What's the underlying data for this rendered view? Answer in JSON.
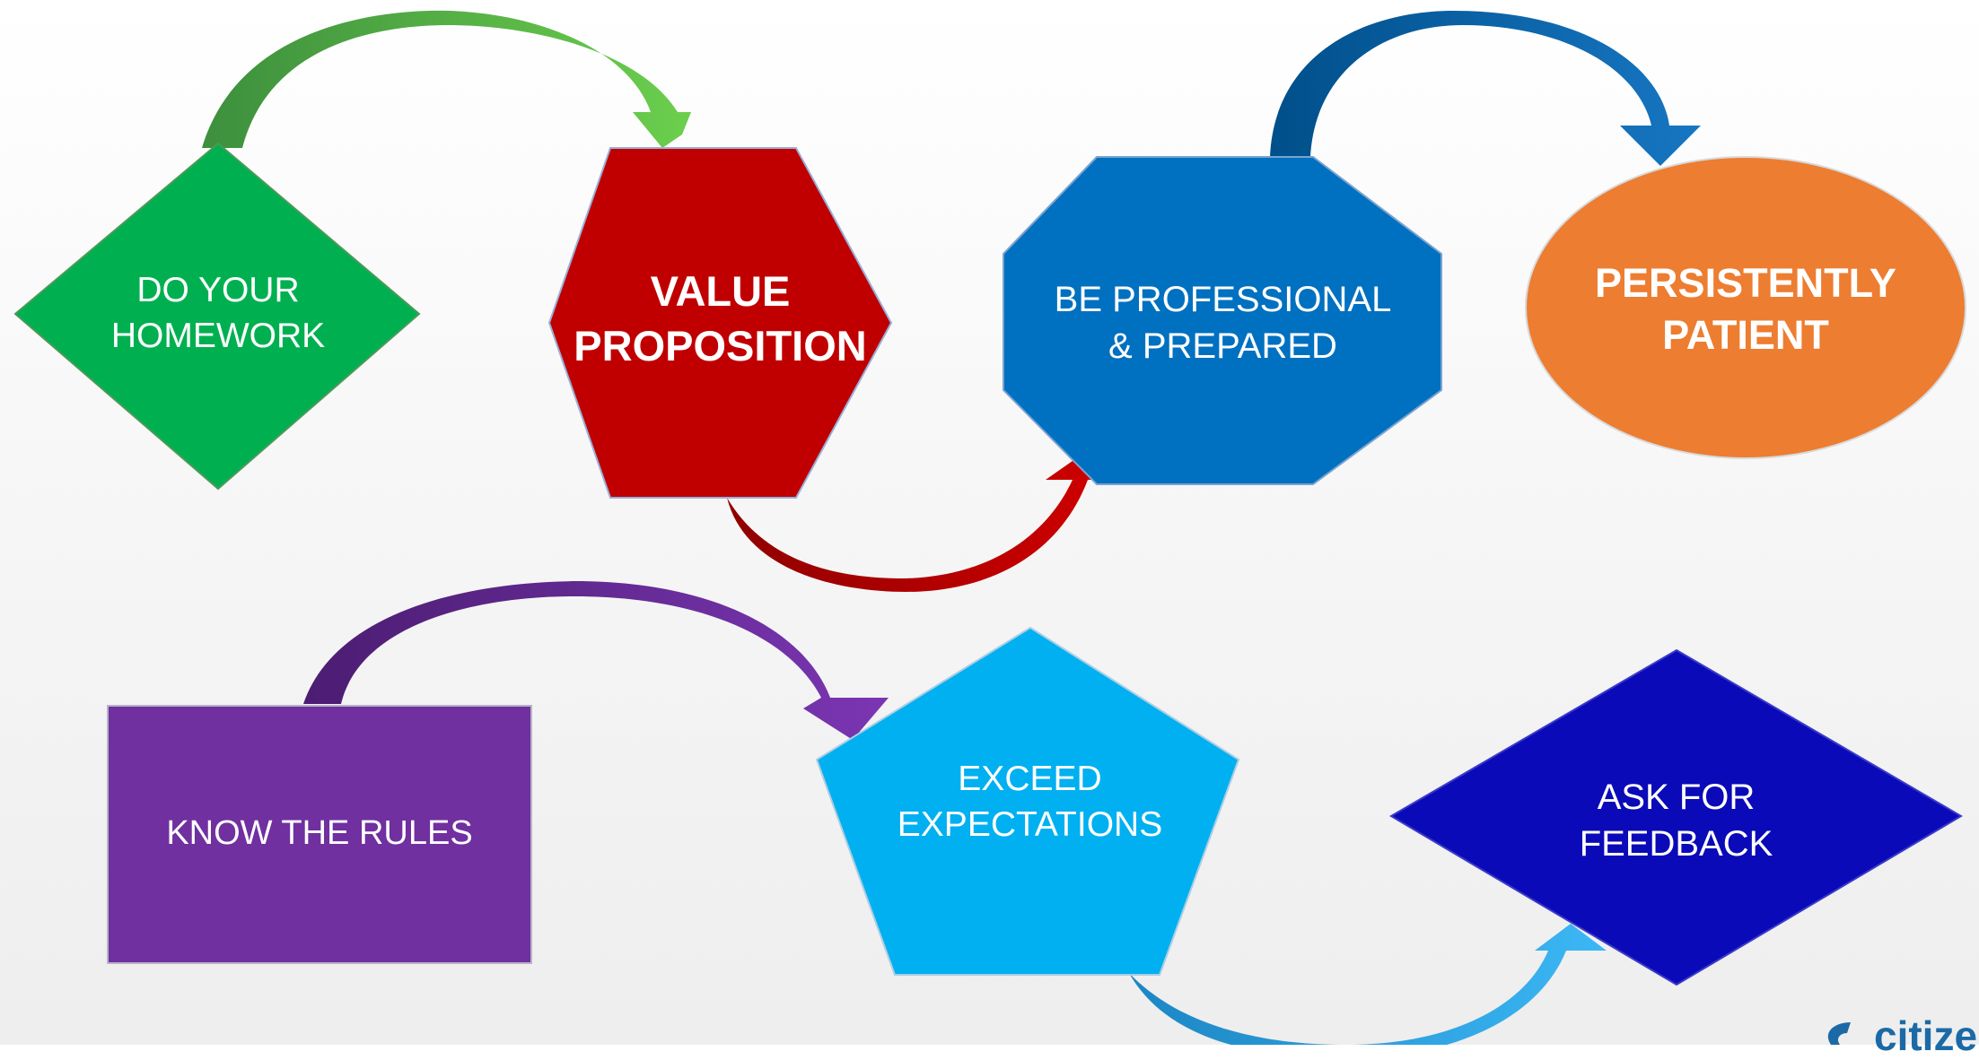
{
  "steps": {
    "do_your_homework": "DO YOUR\nHOMEWORK",
    "value_proposition": "VALUE\nPROPOSITION",
    "be_professional": "BE PROFESSIONAL\n& PREPARED",
    "persistently_patient": "PERSISTENTLY\nPATIENT",
    "know_the_rules": "KNOW THE RULES",
    "exceed_expectations": "EXCEED\nEXPECTATIONS",
    "ask_for_feedback": "ASK FOR\nFEEDBACK"
  },
  "colors": {
    "homework": "#00b050",
    "value": "#c00000",
    "professional": "#0070c0",
    "patient": "#ed7d31",
    "rules": "#7030a0",
    "expectations": "#00b0f0",
    "feedback": "#0a0ab8"
  },
  "logo": {
    "text": "citize"
  }
}
